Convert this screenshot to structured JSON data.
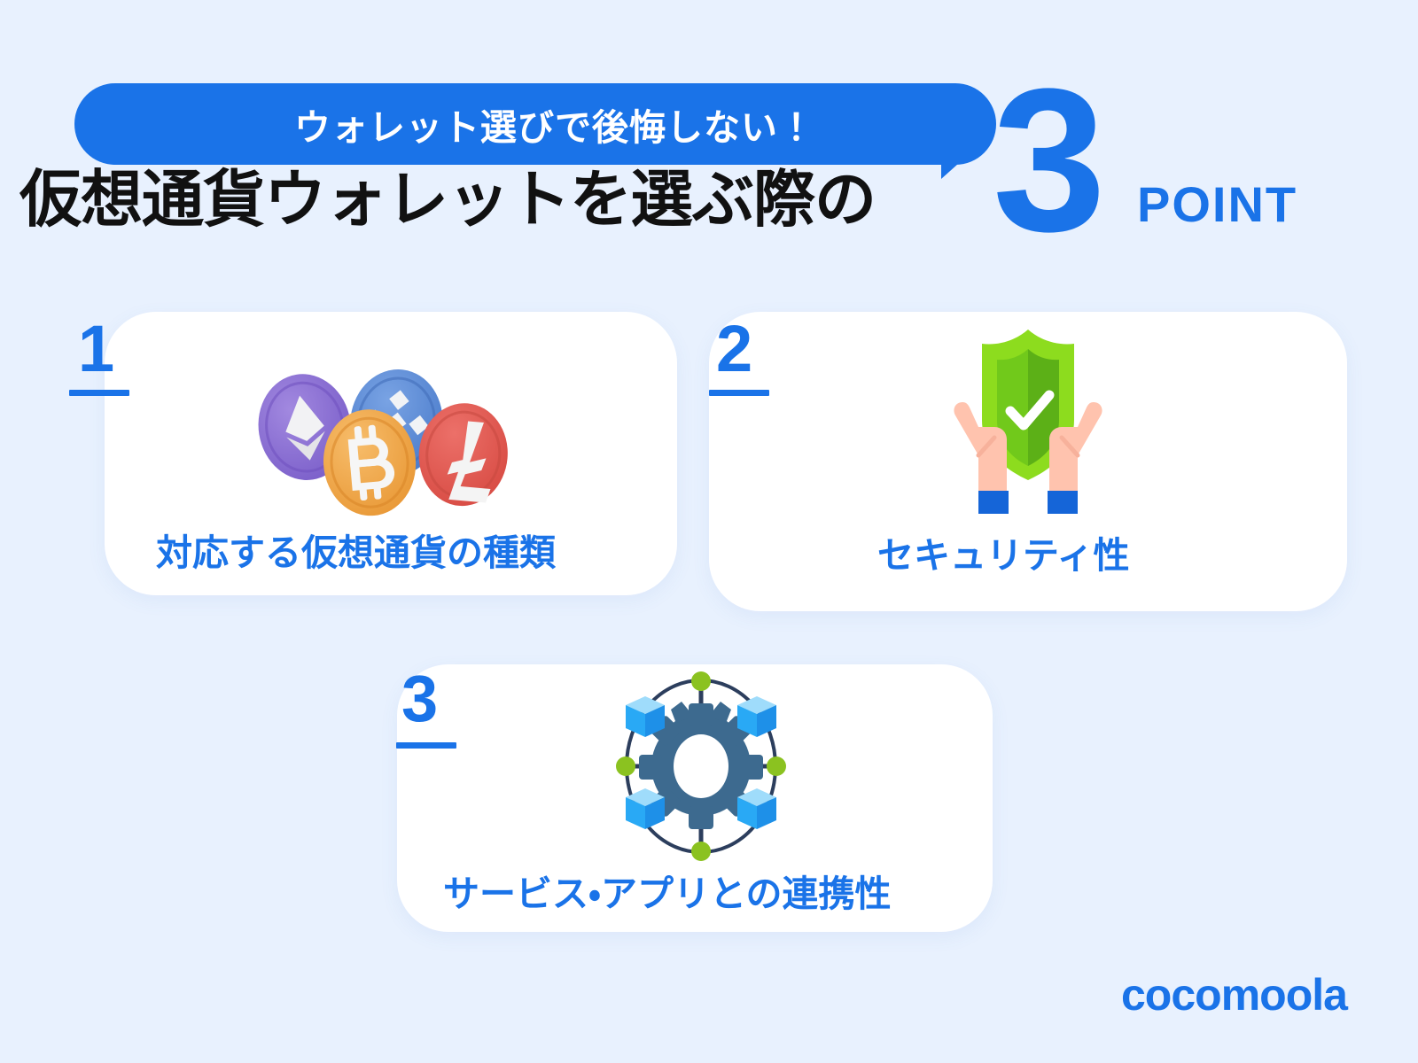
{
  "background_color": "#e8f1fe",
  "accent_color": "#1a73e8",
  "header": {
    "bubble_text": "ウォレット選びで後悔しない！",
    "headline": "仮想通貨ウォレットを選ぶ際の",
    "big_number": "3",
    "point_word": "POINT"
  },
  "cards": [
    {
      "number": "1",
      "label": "対応する仮想通貨の種類",
      "icon": "crypto-coins-icon",
      "coins": [
        {
          "name": "ethereum",
          "color": "#8b6fd4",
          "symbol": "ETH"
        },
        {
          "name": "binance",
          "color": "#5b8ad6",
          "symbol": "BNB"
        },
        {
          "name": "bitcoin",
          "color": "#f0a84c",
          "symbol": "BTC"
        },
        {
          "name": "litecoin",
          "color": "#e05a52",
          "symbol": "LTC"
        }
      ]
    },
    {
      "number": "2",
      "label": "セキュリティ性",
      "icon": "shield-in-hands-icon",
      "colors": {
        "shield": "#8ddc1e",
        "shield_inner": "#4caf1a",
        "check": "#ffffff",
        "hands": "#ffc3ae",
        "cuff": "#1565d8"
      }
    },
    {
      "number": "3",
      "label": "サービス・アプリとの連携性",
      "icon": "gear-network-icon",
      "colors": {
        "gear": "#3d6a8f",
        "ring": "#2c3e5d",
        "cube_light": "#9fdcfb",
        "cube_mid": "#29a9f5",
        "cube_dark": "#1e90e8",
        "dot": "#8bc220"
      }
    }
  ],
  "footer": {
    "logo_text": "cocomoola"
  }
}
